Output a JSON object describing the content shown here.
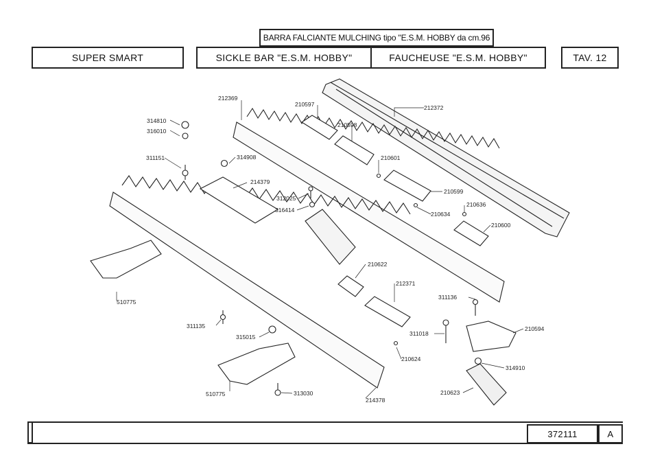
{
  "header": {
    "title": "BARRA FALCIANTE MULCHING tipo \"E.S.M. HOBBY da cm.96",
    "model": "SUPER SMART",
    "name_en": "SICKLE BAR \"E.S.M. HOBBY\"",
    "name_fr": "FAUCHEUSE \"E.S.M. HOBBY\"",
    "table": "TAV. 12"
  },
  "footer": {
    "code": "372111",
    "revision": "A"
  },
  "part_labels": {
    "p212369": "212369",
    "p210597": "210597",
    "p212372": "212372",
    "p210598": "210598",
    "p314810": "314810",
    "p316010": "316010",
    "p314908": "314908",
    "p210601": "210601",
    "p311151": "311151",
    "p214379": "214379",
    "p210599": "210599",
    "p312025": "312025",
    "p210636": "210636",
    "p316414": "316414",
    "p210634": "210634",
    "p210600": "210600",
    "p210622": "210622",
    "p510775a": "510775",
    "p212371": "212371",
    "p311136": "311136",
    "p311135": "311135",
    "p311018": "311018",
    "p210594": "210594",
    "p315015": "315015",
    "p210624": "210624",
    "p314910": "314910",
    "p510775b": "510775",
    "p313030": "313030",
    "p214378": "214378",
    "p210623": "210623"
  }
}
